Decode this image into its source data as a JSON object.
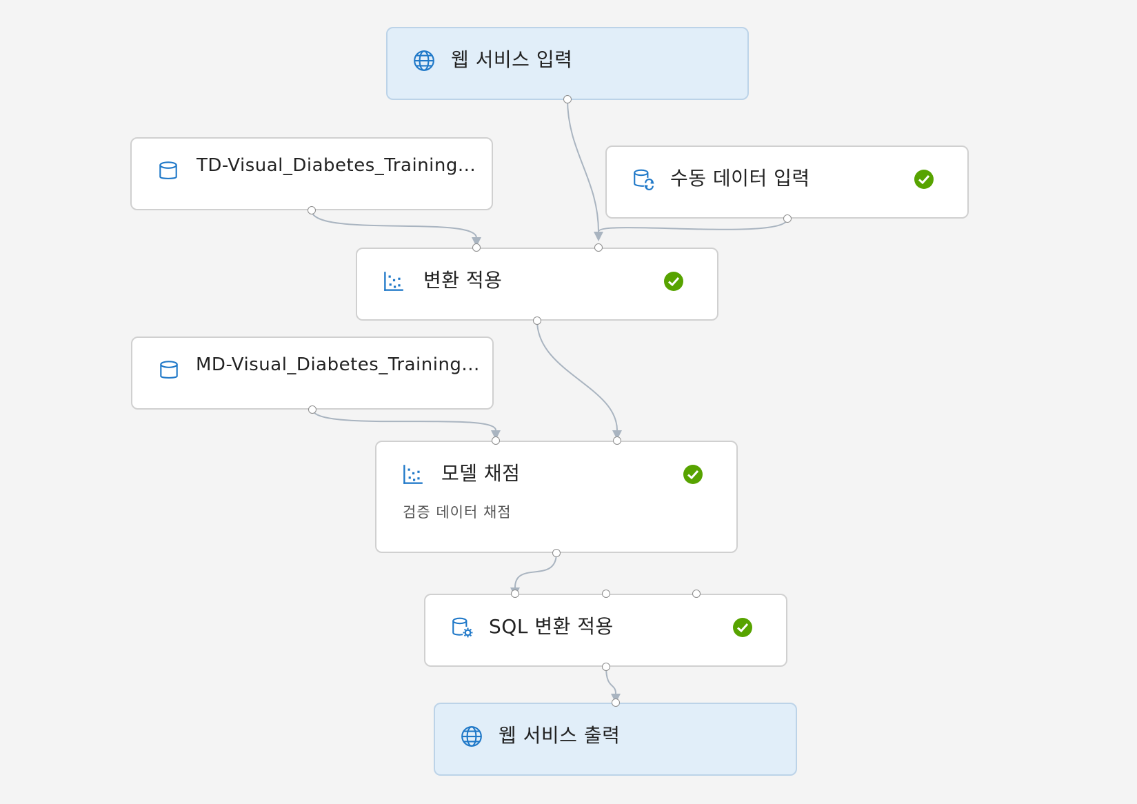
{
  "nodes": {
    "web_input": {
      "label": "웹 서비스 입력",
      "icon": "globe-icon"
    },
    "td_dataset": {
      "label": "TD-Visual_Diabetes_Training...",
      "icon": "database-icon"
    },
    "manual_input": {
      "label": "수동 데이터 입력",
      "icon": "database-sync-icon",
      "status": "success"
    },
    "apply_transform": {
      "label": "변환 적용",
      "icon": "scatter-icon",
      "status": "success"
    },
    "md_dataset": {
      "label": "MD-Visual_Diabetes_Training...",
      "icon": "database-icon"
    },
    "score_model": {
      "label": "모델 채점",
      "sublabel": "검증 데이터 채점",
      "icon": "scatter-icon",
      "status": "success"
    },
    "sql_transform": {
      "label": "SQL 변환 적용",
      "icon": "database-gear-icon",
      "status": "success"
    },
    "web_output": {
      "label": "웹 서비스 출력",
      "icon": "globe-icon"
    }
  },
  "colors": {
    "canvas_bg": "#f4f4f4",
    "node_bg": "#ffffff",
    "web_node_bg": "#e1eef9",
    "icon_blue": "#1f78c8",
    "check_green": "#57a300",
    "edge": "#a9b4c0"
  }
}
